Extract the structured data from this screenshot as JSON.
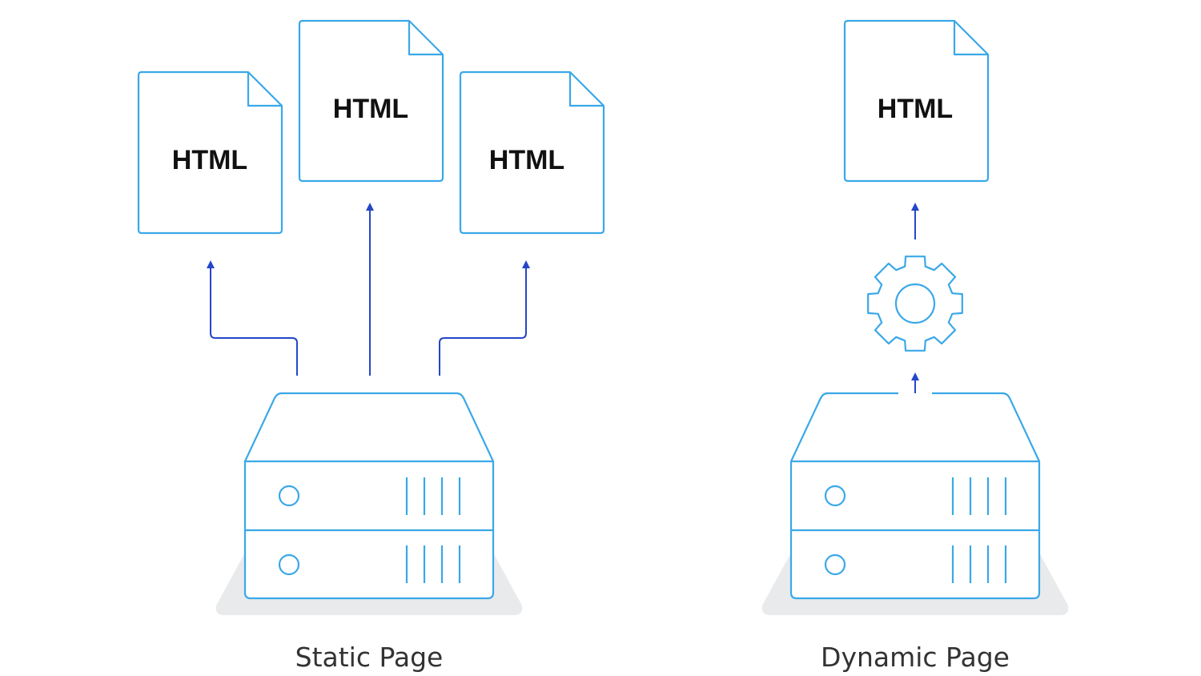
{
  "colors": {
    "outline": "#3aa8e8",
    "arrow": "#2447c8",
    "text": "#111111",
    "caption": "#333333",
    "shadow": "#e9eaec"
  },
  "static_page": {
    "caption": "Static Page",
    "documents": [
      {
        "label": "HTML"
      },
      {
        "label": "HTML"
      },
      {
        "label": "HTML"
      }
    ]
  },
  "dynamic_page": {
    "caption": "Dynamic Page",
    "document": {
      "label": "HTML"
    }
  },
  "icons": {
    "document": "document-icon",
    "server": "server-icon",
    "gear": "gear-icon",
    "arrow": "arrow-up-icon"
  }
}
